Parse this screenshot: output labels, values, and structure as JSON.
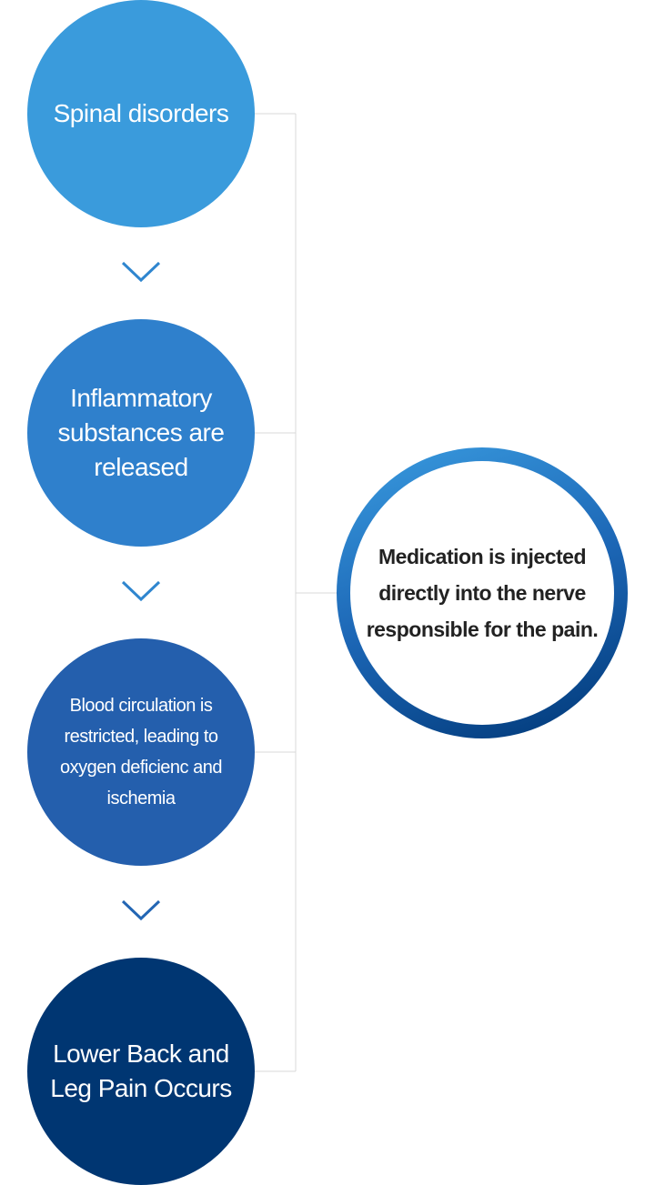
{
  "steps": [
    {
      "label": "Spinal disorders",
      "color": "#3a9bdc"
    },
    {
      "label": "Inflammatory substances are released",
      "color": "#2f80cc"
    },
    {
      "label": "Blood circulation is restricted, leading to oxygen deficienc and ischemia",
      "color": "#245fad"
    },
    {
      "label": "Lower Back and Leg Pain Occurs",
      "color": "#003672"
    }
  ],
  "treatment": {
    "label": "Medication is injected directly into the nerve responsible for the pain."
  },
  "colors": {
    "chevron": "#2f86cf",
    "connector": "#d9d9d9",
    "treatment_ring_start": "#3a9ce0",
    "treatment_ring_end": "#003776"
  }
}
